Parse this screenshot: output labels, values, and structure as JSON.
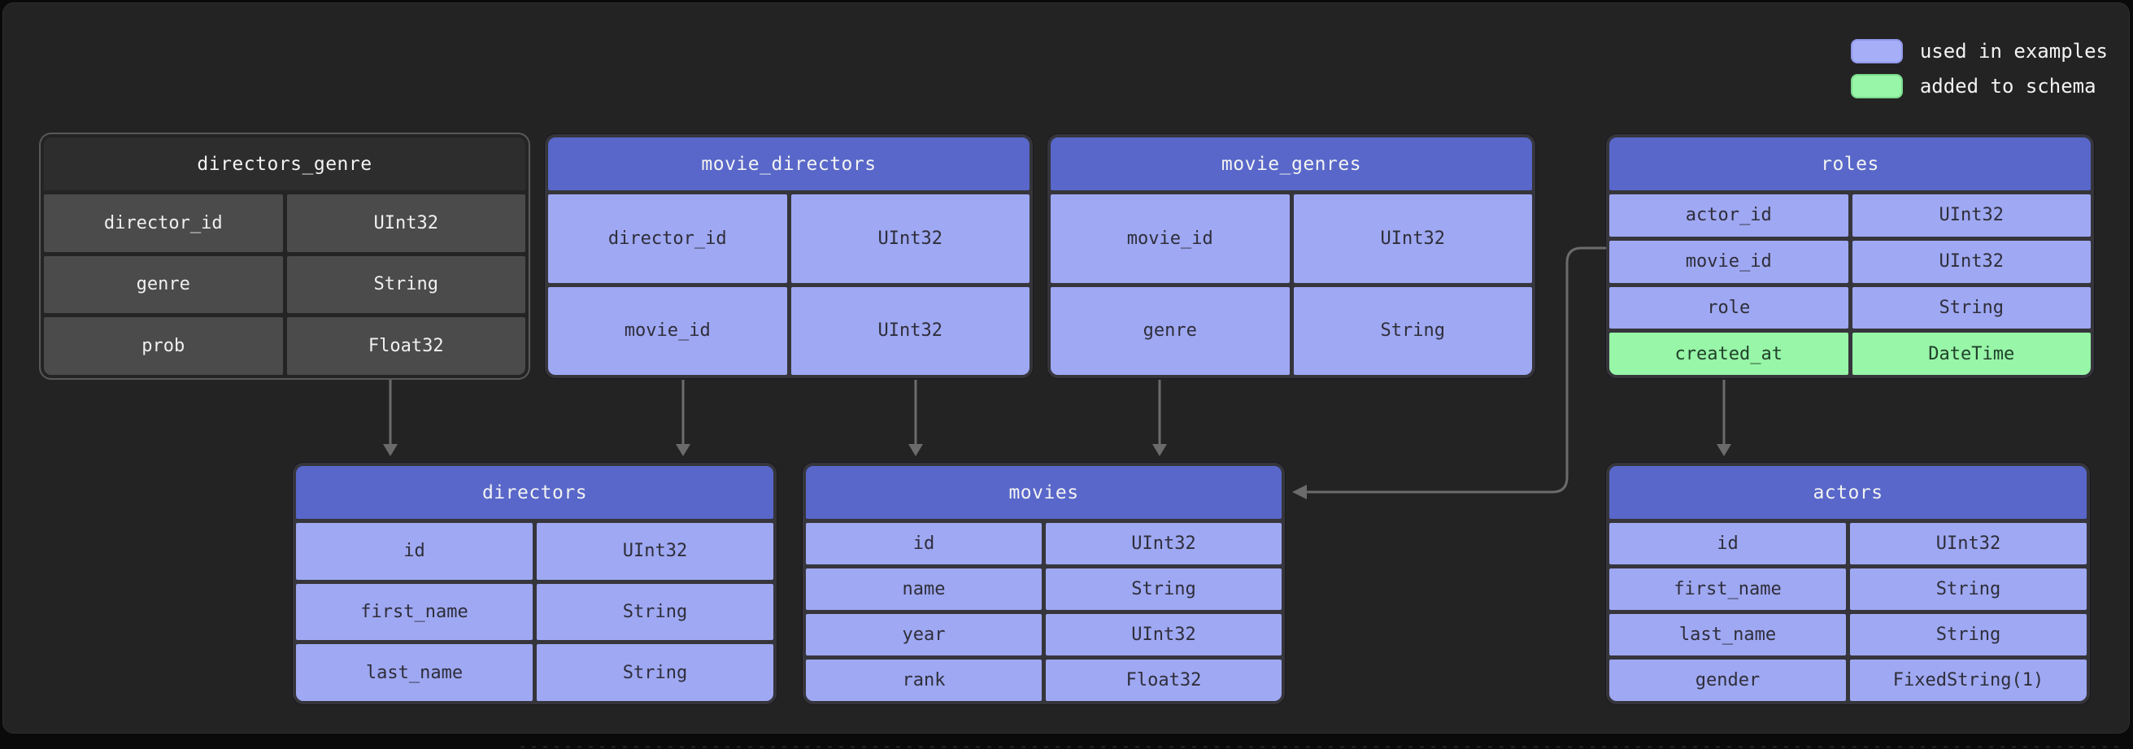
{
  "legend": {
    "items": [
      {
        "label": "used in examples",
        "swatch": "blue"
      },
      {
        "label": "added to schema",
        "swatch": "green"
      }
    ]
  },
  "colors": {
    "panel_background": "#232323",
    "blue_header": "#5867c9",
    "blue_cell": "#9fa8f2",
    "green_cell": "#97f6a7",
    "dark_header": "#2d2d2d",
    "dark_cell": "#4b4b4b",
    "arrow": "#6b6b6b",
    "legend_blue_swatch": "#a6aef7",
    "legend_green_swatch": "#97f6a7"
  },
  "tables": [
    {
      "id": "directors_genre",
      "title": "directors_genre",
      "variant": "dark",
      "fields": [
        {
          "name": "director_id",
          "type": "UInt32"
        },
        {
          "name": "genre",
          "type": "String"
        },
        {
          "name": "prob",
          "type": "Float32"
        }
      ]
    },
    {
      "id": "movie_directors",
      "title": "movie_directors",
      "variant": "blue",
      "fields": [
        {
          "name": "director_id",
          "type": "UInt32"
        },
        {
          "name": "movie_id",
          "type": "UInt32"
        }
      ]
    },
    {
      "id": "movie_genres",
      "title": "movie_genres",
      "variant": "blue",
      "fields": [
        {
          "name": "movie_id",
          "type": "UInt32"
        },
        {
          "name": "genre",
          "type": "String"
        }
      ]
    },
    {
      "id": "roles",
      "title": "roles",
      "variant": "blue",
      "fields": [
        {
          "name": "actor_id",
          "type": "UInt32"
        },
        {
          "name": "movie_id",
          "type": "UInt32"
        },
        {
          "name": "role",
          "type": "String"
        },
        {
          "name": "created_at",
          "type": "DateTime",
          "added": true
        }
      ]
    },
    {
      "id": "directors",
      "title": "directors",
      "variant": "blue",
      "fields": [
        {
          "name": "id",
          "type": "UInt32"
        },
        {
          "name": "first_name",
          "type": "String"
        },
        {
          "name": "last_name",
          "type": "String"
        }
      ]
    },
    {
      "id": "movies",
      "title": "movies",
      "variant": "blue",
      "fields": [
        {
          "name": "id",
          "type": "UInt32"
        },
        {
          "name": "name",
          "type": "String"
        },
        {
          "name": "year",
          "type": "UInt32"
        },
        {
          "name": "rank",
          "type": "Float32"
        }
      ]
    },
    {
      "id": "actors",
      "title": "actors",
      "variant": "blue",
      "fields": [
        {
          "name": "id",
          "type": "UInt32"
        },
        {
          "name": "first_name",
          "type": "String"
        },
        {
          "name": "last_name",
          "type": "String"
        },
        {
          "name": "gender",
          "type": "FixedString(1)"
        }
      ]
    }
  ],
  "arrows": [
    {
      "from": "directors_genre",
      "to": "directors"
    },
    {
      "from": "movie_directors",
      "to": "directors"
    },
    {
      "from": "movie_directors",
      "to": "movies"
    },
    {
      "from": "movie_genres",
      "to": "movies"
    },
    {
      "from": "roles",
      "to": "movies"
    },
    {
      "from": "roles",
      "to": "actors"
    }
  ]
}
